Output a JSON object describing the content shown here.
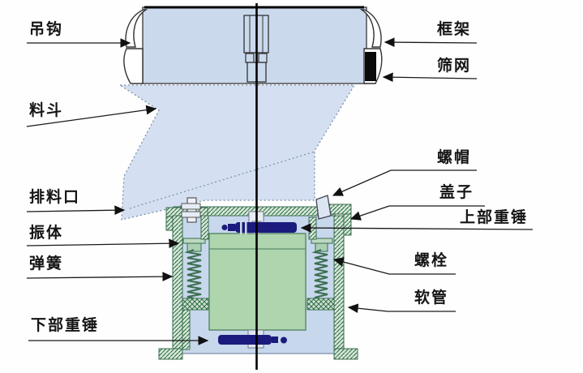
{
  "diagram": {
    "labels": {
      "hook": "吊钩",
      "frame": "框架",
      "sieve_mesh": "筛网",
      "hopper": "料斗",
      "nut": "螺帽",
      "discharge_port": "排料口",
      "cover": "盖子",
      "upper_weight": "上部重锤",
      "vibrating_body": "振体",
      "bolt": "螺栓",
      "spring": "弹簧",
      "hose": "软管",
      "lower_weight": "下部重锤"
    },
    "colors": {
      "drum_fill": "#cbd9ed",
      "hopper_fill": "#d4e0f1",
      "interior_fill": "#c7d7ec",
      "motor_fill": "#afd5af",
      "hatch_fill": "#d6e8d8",
      "hatch_line": "#2e6b47",
      "weight_fill": "#1b1b7e",
      "sieve_fill": "#0a0a0a",
      "line_color": "#1a1a1a"
    }
  }
}
